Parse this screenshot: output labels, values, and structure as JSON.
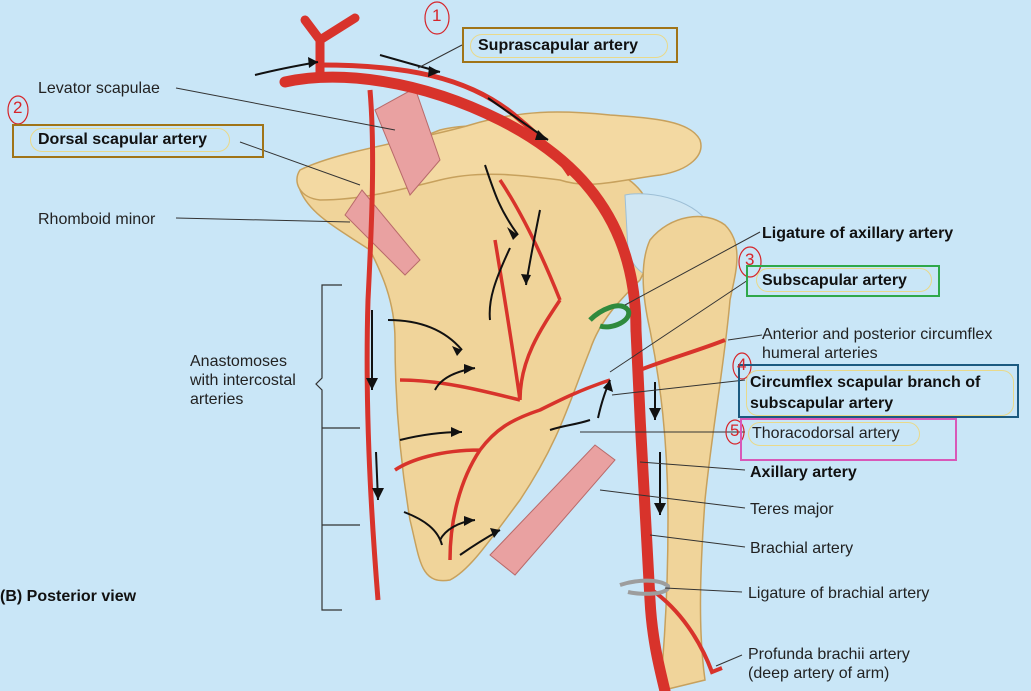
{
  "labels": {
    "suprascapular": "Suprascapular artery",
    "levator": "Levator scapulae",
    "dorsal_scapular": "Dorsal scapular artery",
    "rhomboid": "Rhomboid minor",
    "ligature_axillary": "Ligature of axillary artery",
    "subscapular": "Subscapular artery",
    "circumflex_humeral_1": "Anterior and posterior circumflex",
    "circumflex_humeral_2": "humeral arteries",
    "circumflex_scapular_1": "Circumflex scapular branch of",
    "circumflex_scapular_2": "subscapular artery",
    "thoracodorsal": "Thoracodorsal artery",
    "axillary": "Axillary artery",
    "teres_major": "Teres major",
    "brachial": "Brachial artery",
    "ligature_brachial": "Ligature of brachial artery",
    "profunda_1": "Profunda brachii artery",
    "profunda_2": "(deep artery of arm)",
    "anastomoses_1": "Anastomoses",
    "anastomoses_2": "with intercostal",
    "anastomoses_3": "arteries",
    "view": "(B) Posterior view"
  },
  "annotations": {
    "n1": "1",
    "n2": "2",
    "n3": "3",
    "n4": "4",
    "n5": "5"
  },
  "colors": {
    "background": "#c9e6f7",
    "bone": "#f0d49a",
    "artery": "#d8332b",
    "muscle": "#e9a1a1",
    "box_brown": "#a07418",
    "box_green": "#2fa84a",
    "box_blue": "#1b5a80",
    "box_pink": "#d858b8",
    "pen_red": "#d6252a"
  }
}
